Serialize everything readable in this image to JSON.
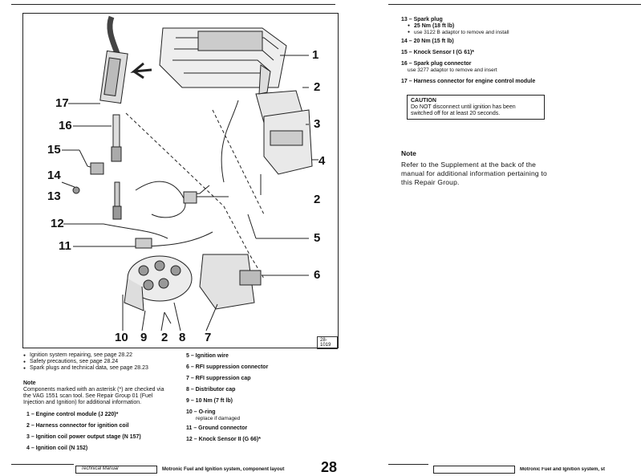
{
  "diagram": {
    "callouts": {
      "c1": "1",
      "c2a": "2",
      "c3": "3",
      "c4": "4",
      "c2b": "2",
      "c5": "5",
      "c6": "6",
      "c17": "17",
      "c16": "16",
      "c15": "15",
      "c14": "14",
      "c13": "13",
      "c12": "12",
      "c11": "11",
      "b10": "10",
      "b9": "9",
      "b2": "2",
      "b8": "8",
      "b7": "7"
    },
    "figure_id": "28-1019"
  },
  "bullets": [
    "Ignition system repairing, see page 28.22",
    "Safety precautions, see page 28.24",
    "Spark plugs and technical data, see page 28.23"
  ],
  "note1": {
    "heading": "Note",
    "lines": [
      "Components marked with an asterisk (*) are checked via",
      "the VAG 1551 scan tool. See Repair Group 01 (Fuel",
      "Injection and Ignition) for additional information."
    ]
  },
  "legend_left": [
    "1 – Engine control module (J 220)*",
    "2 – Harness connector for ignition coil",
    "3 – Ignition coil power output stage (N 157)",
    "4 – Ignition coil (N 152)"
  ],
  "legend_mid": {
    "i5": "5 – Ignition wire",
    "i6": "6 – RFI suppression connector",
    "i7": "7 – RFI suppression cap",
    "i8": "8 – Distributor cap",
    "i9": "9 – 10 Nm (7 ft lb)",
    "i10": "10 – O-ring",
    "i10sub": "replace if damaged",
    "i11": "11 – Ground connector",
    "i12": "12 – Knock Sensor II (G 66)*"
  },
  "legend_right": {
    "i13": "13 – Spark plug",
    "i13a": "25 Nm (18 ft lb)",
    "i13b": "use 3122 B adaptor to remove and install",
    "i14": "14 – 20 Nm (15 ft lb)",
    "i15": "15 – Knock Sensor I (G 61)*",
    "i16": "16 – Spark plug connector",
    "i16sub": "use 3277 adaptor to remove and insert",
    "i17": "17 – Harness connector for engine control module"
  },
  "caution": {
    "title": "CAUTION",
    "line1": "Do NOT disconnect until ignition has been",
    "line2": "switched off for at least 20 seconds."
  },
  "note2": {
    "heading": "Note",
    "body": "Refer to the Supplement at the back of the manual for additional information pertaining to this Repair Group."
  },
  "footer": {
    "left_box": "Technical Manual",
    "left_text": "Motronic Fuel and Ignition system, component layout",
    "page": "28",
    "right_text": "Motronic Fuel and Ignition system, st"
  }
}
